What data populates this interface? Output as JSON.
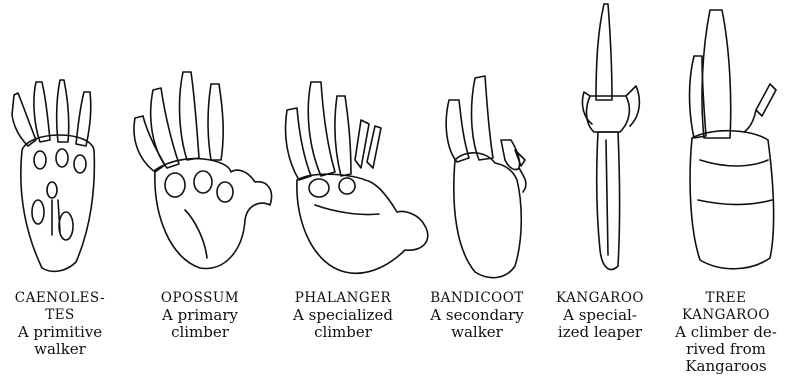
{
  "feet": [
    {
      "id": "caenolestes",
      "name_lines": [
        "CAENOLES-",
        "TES"
      ],
      "desc_lines": [
        "A primitive",
        "walker"
      ]
    },
    {
      "id": "opossum",
      "name_lines": [
        "OPOSSUM"
      ],
      "desc_lines": [
        "A primary",
        "climber"
      ]
    },
    {
      "id": "phalanger",
      "name_lines": [
        "PHALANGER"
      ],
      "desc_lines": [
        "A specialized",
        "climber"
      ]
    },
    {
      "id": "bandicoot",
      "name_lines": [
        "BANDICOOT"
      ],
      "desc_lines": [
        "A secondary",
        "walker"
      ]
    },
    {
      "id": "kangaroo",
      "name_lines": [
        "KANGAROO"
      ],
      "desc_lines": [
        "A special-",
        "ized leaper"
      ]
    },
    {
      "id": "tree-kangaroo",
      "name_lines": [
        "TREE",
        "KANGAROO"
      ],
      "desc_lines": [
        "A climber de-",
        "rived from",
        "Kangaroos"
      ]
    }
  ]
}
